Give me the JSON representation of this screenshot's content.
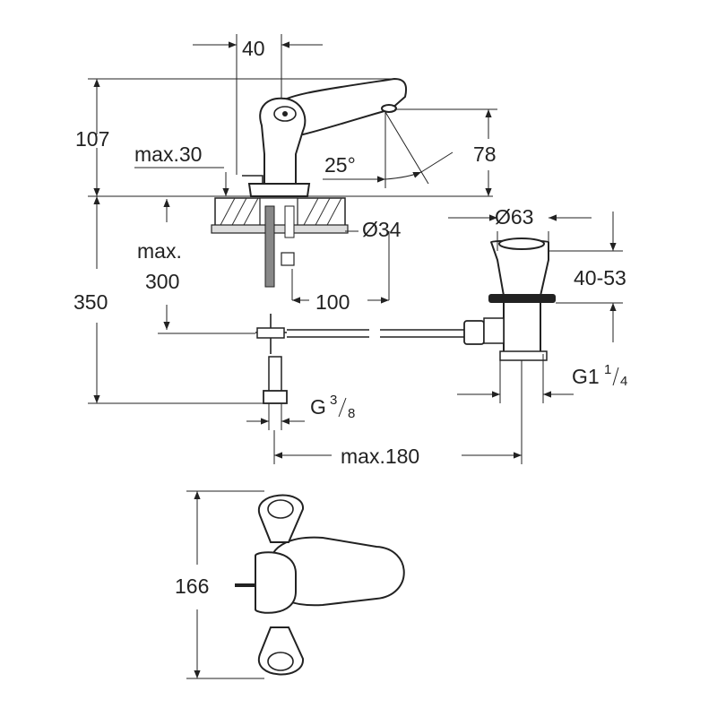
{
  "dimensions": {
    "spout_width": "40",
    "height_107": "107",
    "max_30": "max.30",
    "angle": "25°",
    "height_78": "78",
    "dia_34": "Ø34",
    "max_label": "max.",
    "max_300": "300",
    "height_350": "350",
    "offset_100": "100",
    "dia_63": "Ø63",
    "range_40_53": "40-53",
    "g_3_8_base": "G",
    "g_3_8_num": "3",
    "g_3_8_den": "8",
    "g1_base": "G1",
    "g1_num": "1",
    "g1_den": "4",
    "max_180": "max.180",
    "top_166": "166"
  }
}
